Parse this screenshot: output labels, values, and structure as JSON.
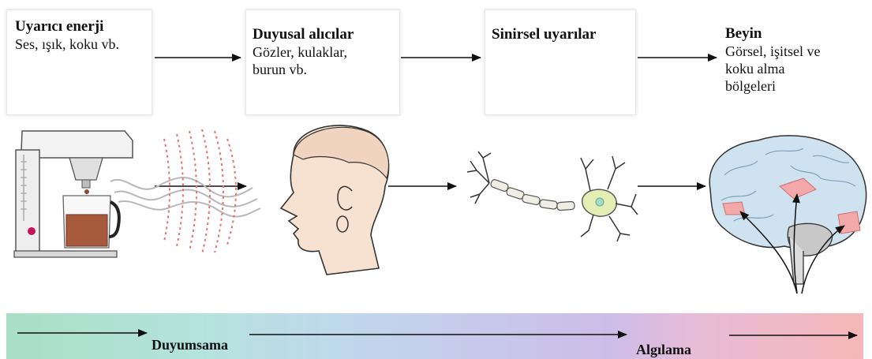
{
  "stages": [
    {
      "title": "Uyarıcı enerji",
      "desc": [
        "Ses, ışık, koku vb."
      ]
    },
    {
      "title": "Duyusal alıcılar",
      "desc": [
        "Gözler, kulaklar,",
        "burun vb."
      ]
    },
    {
      "title": "Sinirsel uyarılar",
      "desc": []
    },
    {
      "title": "Beyin",
      "desc": [
        "Görsel, işitsel ve",
        "koku alma",
        "bölgeleri"
      ]
    }
  ],
  "process": {
    "sensation": "Duyumsama",
    "perception": "Algılama"
  },
  "colors": {
    "coffee": "#a85a3c",
    "brain": "#cfe2f0",
    "highlight": "#f3a9a9",
    "neuron_body": "#e4edb4"
  }
}
